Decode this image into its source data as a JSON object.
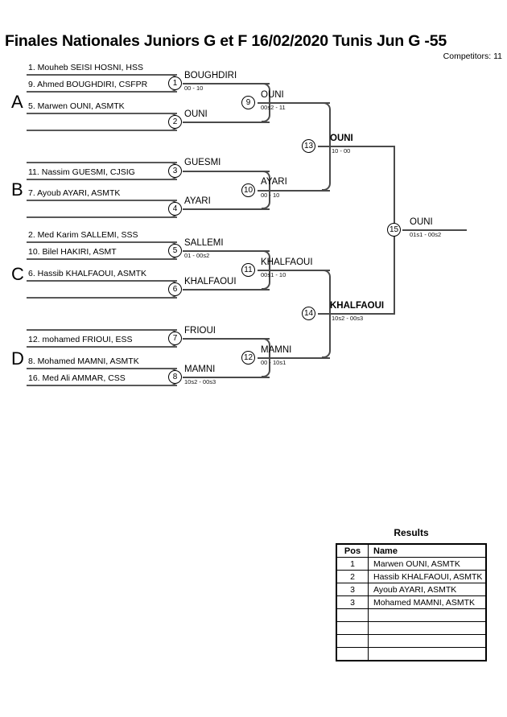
{
  "header": {
    "title_parts": [
      "Finales Nationales Juniors G et F",
      "16/02/2020",
      "Tunis",
      "Jun G -55"
    ],
    "title_full": "Finales Nationales Juniors G et F  16/02/2020  Tunis   Jun G -55",
    "competitors": "Competitors: 11"
  },
  "groups": [
    {
      "letter": "A"
    },
    {
      "letter": "B"
    },
    {
      "letter": "C"
    },
    {
      "letter": "D"
    }
  ],
  "entrants": [
    {
      "label": "1. Mouheb SEISI HOSNI, HSS"
    },
    {
      "label": "9. Ahmed BOUGHDIRI, CSFPR"
    },
    {
      "label": "5. Marwen OUNI, ASMTK"
    },
    {
      "label": ""
    },
    {
      "label": ""
    },
    {
      "label": "11. Nassim GUESMI, CJSIG"
    },
    {
      "label": "7. Ayoub AYARI, ASMTK"
    },
    {
      "label": ""
    },
    {
      "label": "2. Med Karim SALLEMI, SSS"
    },
    {
      "label": "10. Bilel HAKIRI, ASMT"
    },
    {
      "label": "6. Hassib KHALFAOUI, ASMTK"
    },
    {
      "label": ""
    },
    {
      "label": ""
    },
    {
      "label": "12. mohamed FRIOUI, ESS"
    },
    {
      "label": "8. Mohamed MAMNI, ASMTK"
    },
    {
      "label": "16. Med Ali AMMAR, CSS"
    }
  ],
  "matches": [
    {
      "no": "1",
      "winner": "BOUGHDIRI",
      "score": "00 - 10",
      "bold": false
    },
    {
      "no": "2",
      "winner": "OUNI",
      "score": "",
      "bold": false
    },
    {
      "no": "3",
      "winner": "GUESMI",
      "score": "",
      "bold": false
    },
    {
      "no": "4",
      "winner": "AYARI",
      "score": "",
      "bold": false
    },
    {
      "no": "5",
      "winner": "SALLEMI",
      "score": "01 - 00s2",
      "bold": false
    },
    {
      "no": "6",
      "winner": "KHALFAOUI",
      "score": "",
      "bold": false
    },
    {
      "no": "7",
      "winner": "FRIOUI",
      "score": "",
      "bold": false
    },
    {
      "no": "8",
      "winner": "MAMNI",
      "score": "10s2 - 00s3",
      "bold": false
    },
    {
      "no": "9",
      "winner": "OUNI",
      "score": "00s2 - 11",
      "bold": false
    },
    {
      "no": "10",
      "winner": "AYARI",
      "score": "00 - 10",
      "bold": false
    },
    {
      "no": "11",
      "winner": "KHALFAOUI",
      "score": "00s1 - 10",
      "bold": false
    },
    {
      "no": "12",
      "winner": "MAMNI",
      "score": "00 - 10s1",
      "bold": false
    },
    {
      "no": "13",
      "winner": "OUNI",
      "score": "10 - 00",
      "bold": true
    },
    {
      "no": "14",
      "winner": "KHALFAOUI",
      "score": "10s2 - 00s3",
      "bold": true
    },
    {
      "no": "15",
      "winner": "OUNI",
      "score": "01s1 - 00s2",
      "bold": false
    }
  ],
  "results": {
    "title": "Results",
    "columns": [
      "Pos",
      "Name"
    ],
    "rows": [
      {
        "pos": "1",
        "name": "Marwen OUNI, ASMTK"
      },
      {
        "pos": "2",
        "name": "Hassib KHALFAOUI, ASMTK"
      },
      {
        "pos": "3",
        "name": "Ayoub AYARI, ASMTK"
      },
      {
        "pos": "3",
        "name": "Mohamed MAMNI, ASMTK"
      },
      {
        "pos": "",
        "name": ""
      },
      {
        "pos": "",
        "name": ""
      },
      {
        "pos": "",
        "name": ""
      },
      {
        "pos": "",
        "name": ""
      }
    ]
  }
}
